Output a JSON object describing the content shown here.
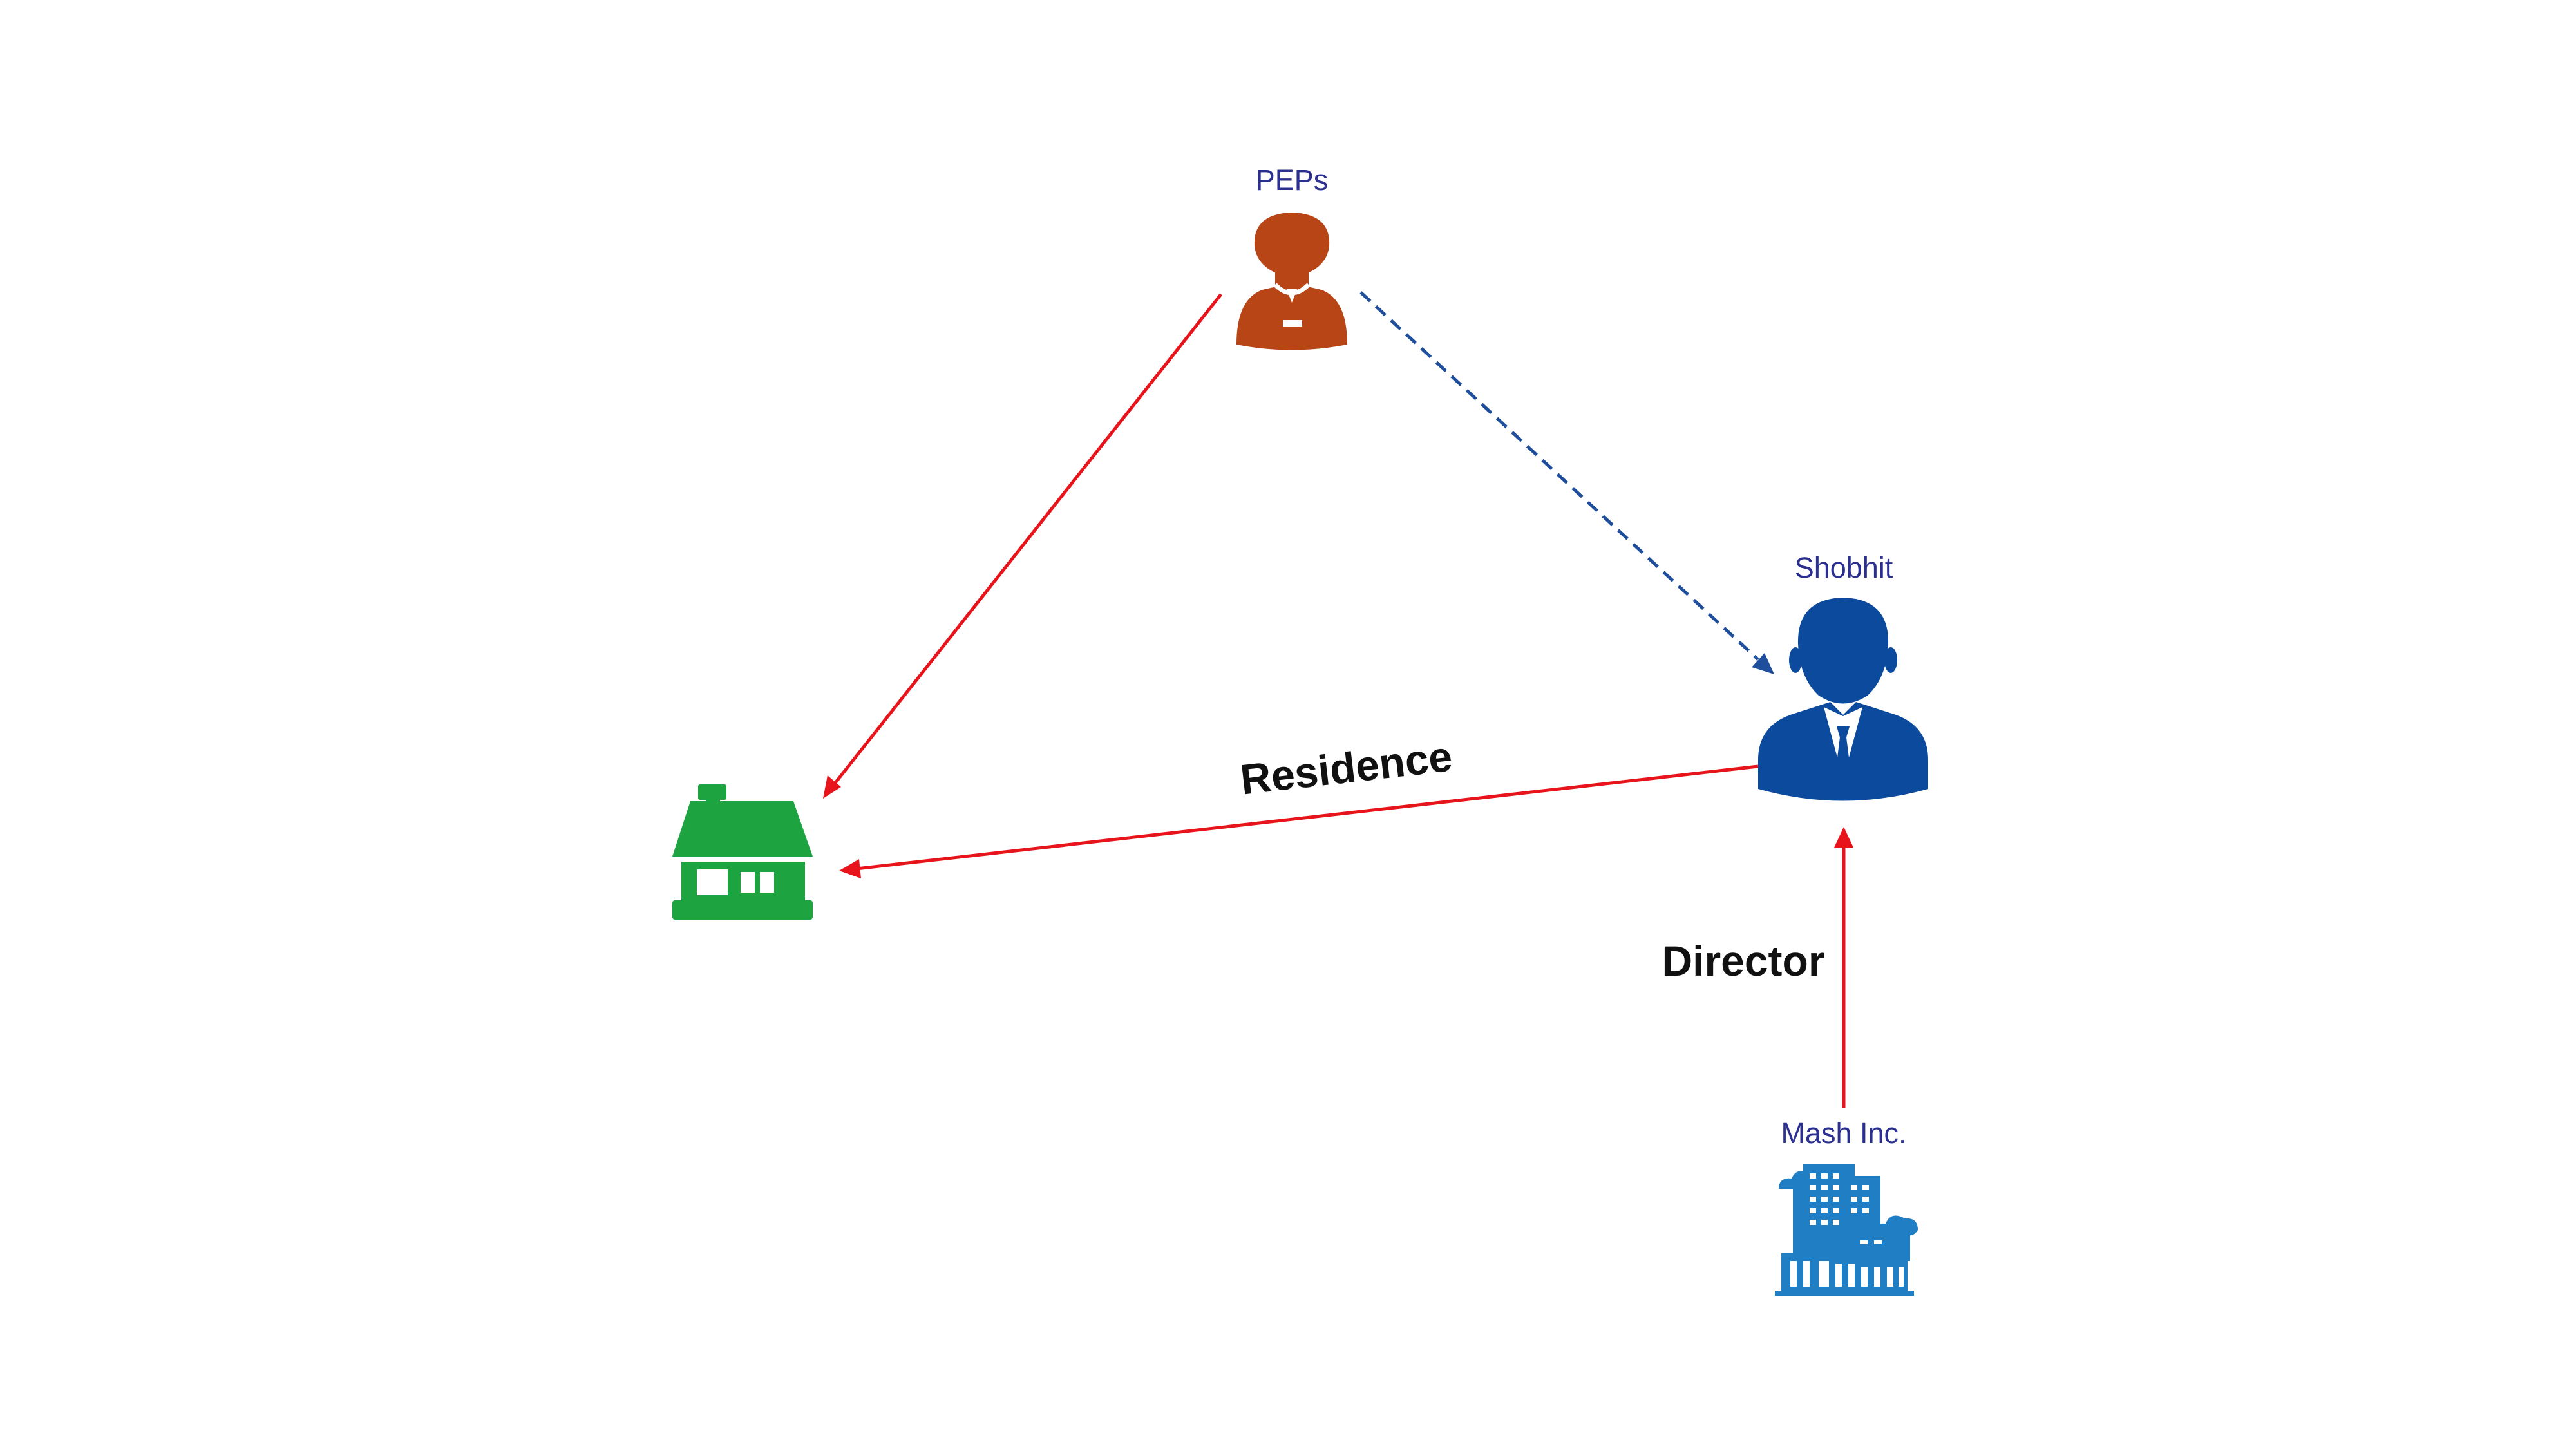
{
  "colors": {
    "edge_red": "#e8141c",
    "edge_blue_dashed": "#1f4e9c",
    "label_blue": "#2b2f8f",
    "pep_orange": "#b84516",
    "person_blue": "#0b4a9c",
    "house_green": "#1ea341",
    "building_blue": "#1f7ec4"
  },
  "nodes": {
    "peps": {
      "label": "PEPs",
      "icon": "pep-person-icon"
    },
    "shobhit": {
      "label": "Shobhit",
      "icon": "businessman-icon"
    },
    "house": {
      "label": "",
      "icon": "house-icon"
    },
    "mash": {
      "label": "Mash Inc.",
      "icon": "office-building-icon"
    }
  },
  "edges": [
    {
      "from": "PEPs",
      "to": "house",
      "style": "solid",
      "color": "red",
      "label": ""
    },
    {
      "from": "PEPs",
      "to": "Shobhit",
      "style": "dashed",
      "color": "blue",
      "label": ""
    },
    {
      "from": "Shobhit",
      "to": "house",
      "style": "solid",
      "color": "red",
      "label": "Residence"
    },
    {
      "from": "Mash Inc.",
      "to": "Shobhit",
      "style": "solid",
      "color": "red",
      "label": "Director"
    }
  ]
}
